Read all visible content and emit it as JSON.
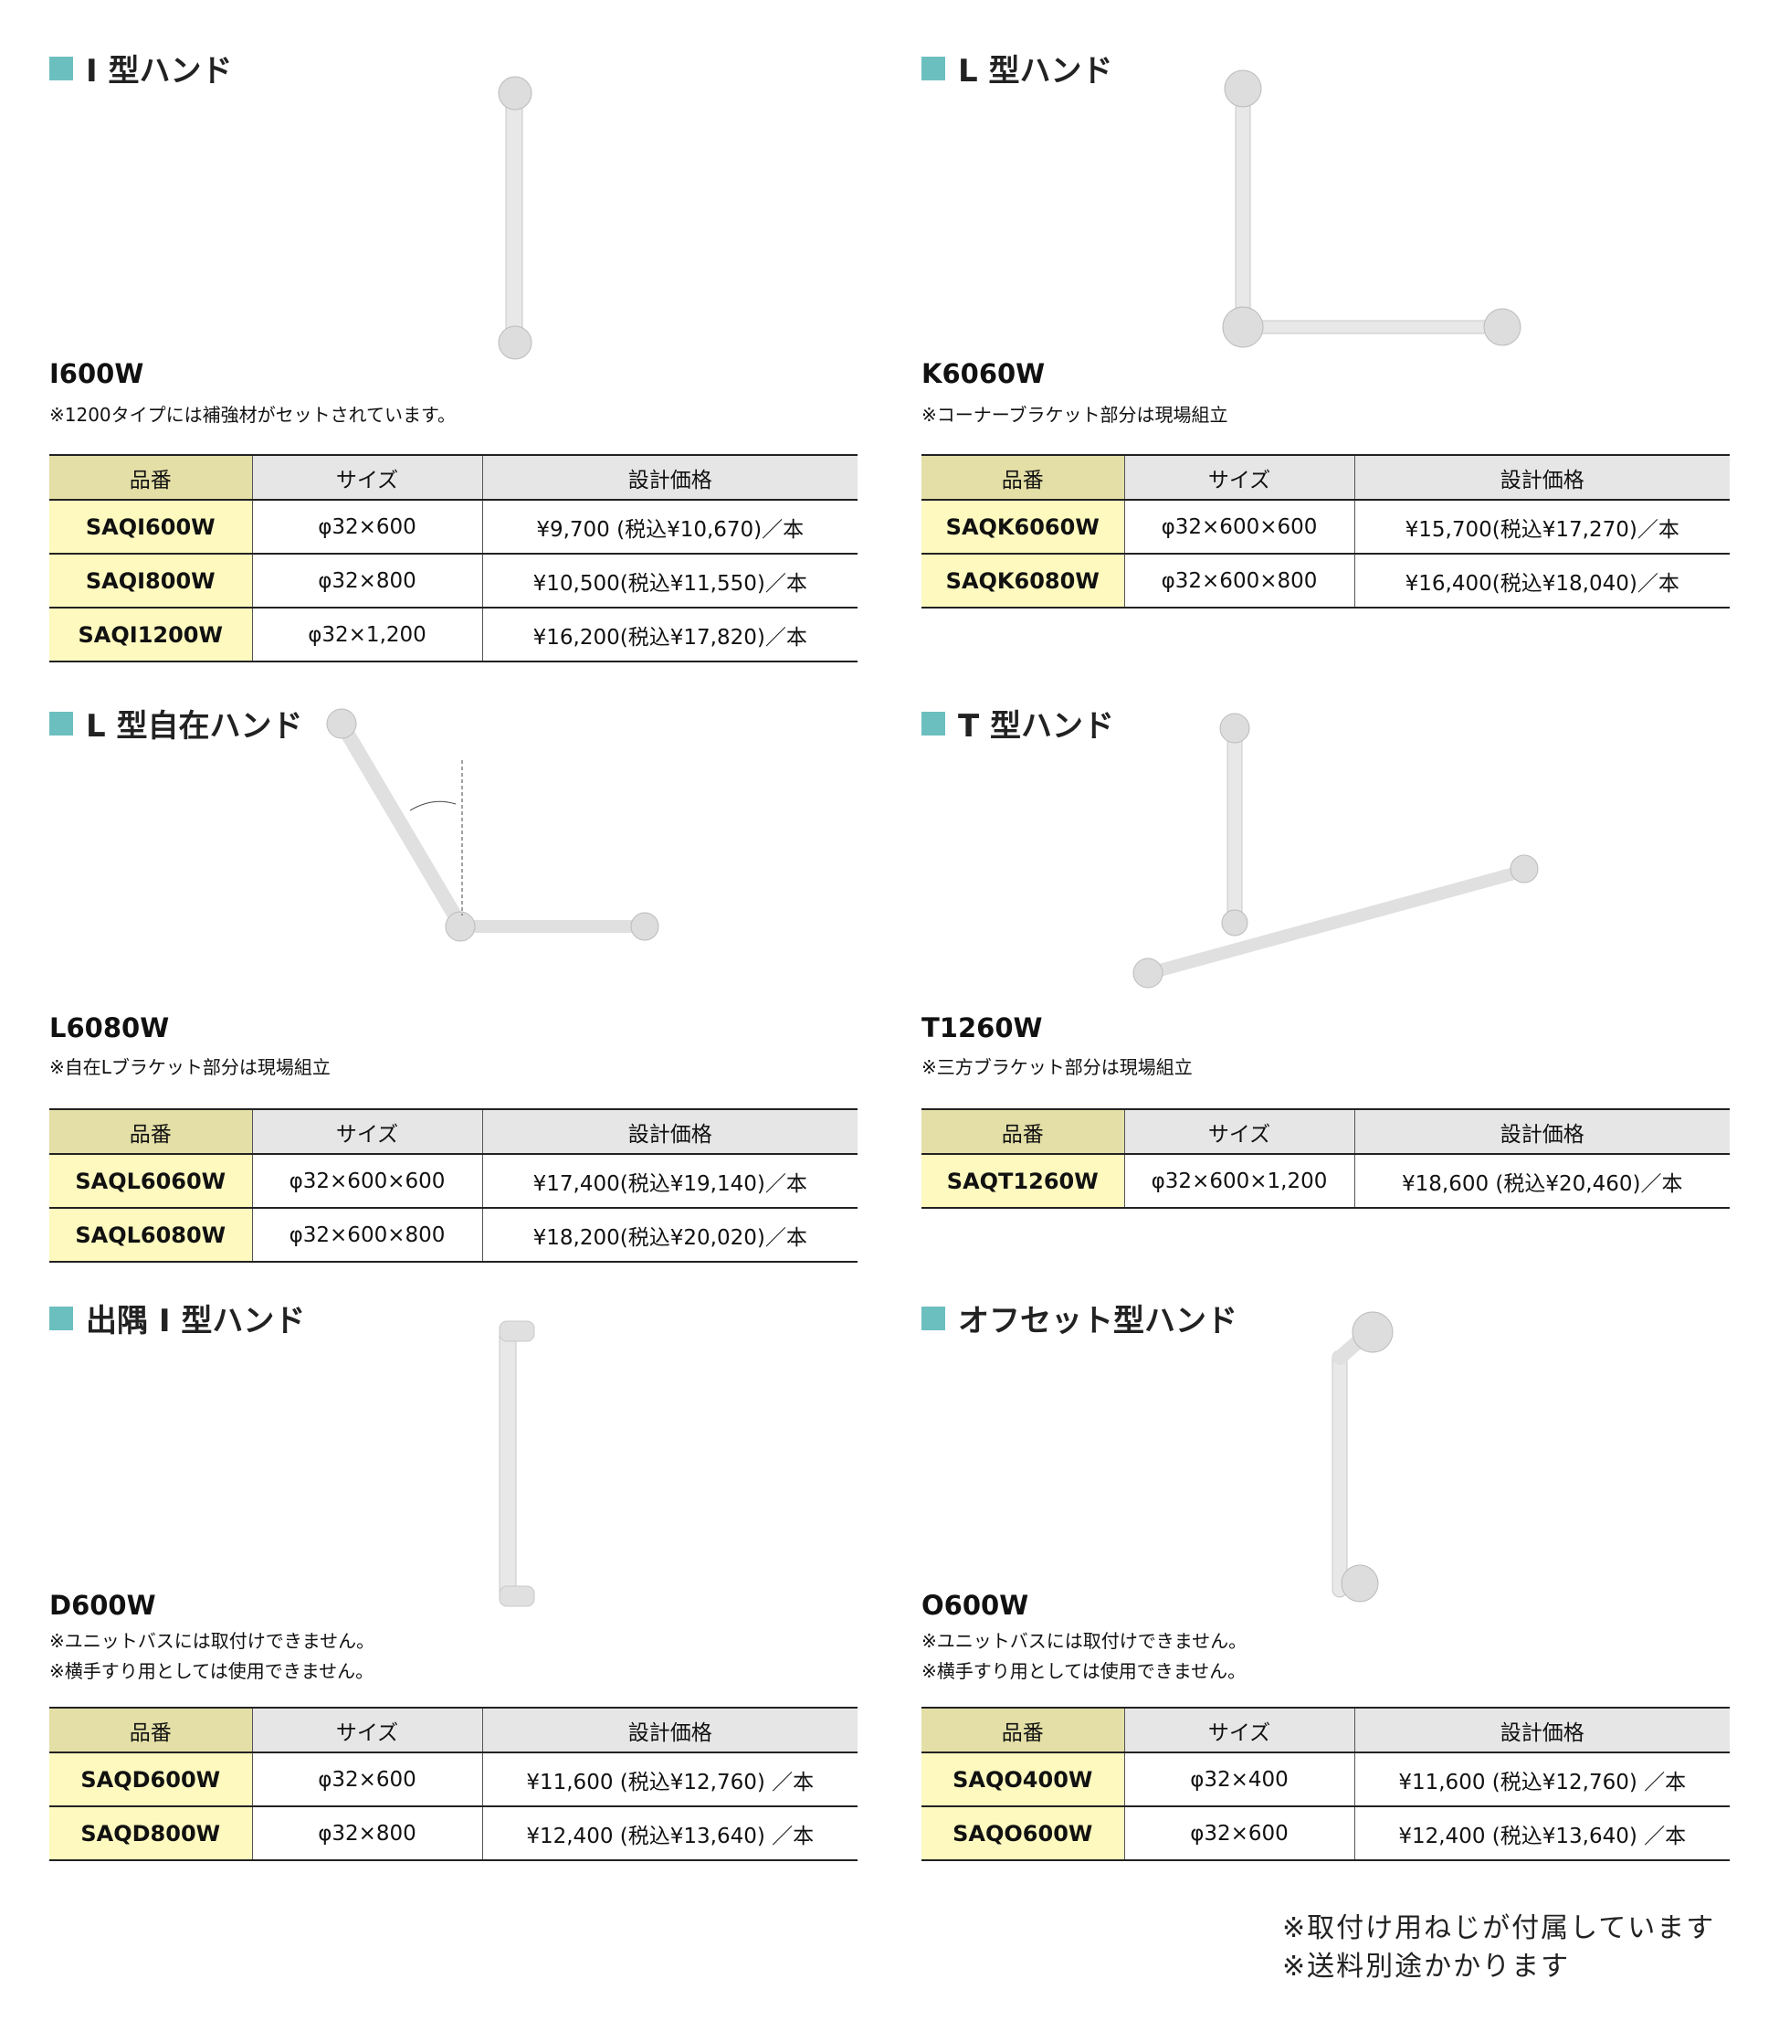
{
  "table_headers": [
    "品番",
    "サイズ",
    "設計価格"
  ],
  "sections": [
    {
      "title": "I 型ハンド",
      "model": "I600W",
      "notes": [
        "※1200タイプには補強材がセットされています。"
      ],
      "rows": [
        [
          "SAQI600W",
          "φ32×600",
          "¥9,700 (税込¥10,670)／本"
        ],
        [
          "SAQI800W",
          "φ32×800",
          "¥10,500(税込¥11,550)／本"
        ],
        [
          "SAQI1200W",
          "φ32×1,200",
          "¥16,200(税込¥17,820)／本"
        ]
      ]
    },
    {
      "title": "L 型ハンド",
      "model": "K6060W",
      "notes": [
        "※コーナーブラケット部分は現場組立"
      ],
      "rows": [
        [
          "SAQK6060W",
          "φ32×600×600",
          "¥15,700(税込¥17,270)／本"
        ],
        [
          "SAQK6080W",
          "φ32×600×800",
          "¥16,400(税込¥18,040)／本"
        ]
      ]
    },
    {
      "title": "L 型自在ハンド",
      "model": "L6080W",
      "notes": [
        "※自在Lブラケット部分は現場組立"
      ],
      "rows": [
        [
          "SAQL6060W",
          "φ32×600×600",
          "¥17,400(税込¥19,140)／本"
        ],
        [
          "SAQL6080W",
          "φ32×600×800",
          "¥18,200(税込¥20,020)／本"
        ]
      ]
    },
    {
      "title": "T 型ハンド",
      "model": "T1260W",
      "notes": [
        "※三方ブラケット部分は現場組立"
      ],
      "rows": [
        [
          "SAQT1260W",
          "φ32×600×1,200",
          "¥18,600 (税込¥20,460)／本"
        ]
      ]
    },
    {
      "title": "出隅 I 型ハンド",
      "model": "D600W",
      "notes": [
        "※ユニットバスには取付けできません。",
        "※横手すり用としては使用できません。"
      ],
      "rows": [
        [
          "SAQD600W",
          "φ32×600",
          "¥11,600 (税込¥12,760) ／本"
        ],
        [
          "SAQD800W",
          "φ32×800",
          "¥12,400 (税込¥13,640) ／本"
        ]
      ]
    },
    {
      "title": "オフセット型ハンド",
      "model": "O600W",
      "notes": [
        "※ユニットバスには取付けできません。",
        "※横手すり用としては使用できません。"
      ],
      "rows": [
        [
          "SAQO400W",
          "φ32×400",
          "¥11,600 (税込¥12,760) ／本"
        ],
        [
          "SAQO600W",
          "φ32×600",
          "¥12,400 (税込¥13,640) ／本"
        ]
      ]
    }
  ],
  "footer_notes": [
    "※取付け用ねじが付属しています",
    "※送料別途かかります"
  ]
}
